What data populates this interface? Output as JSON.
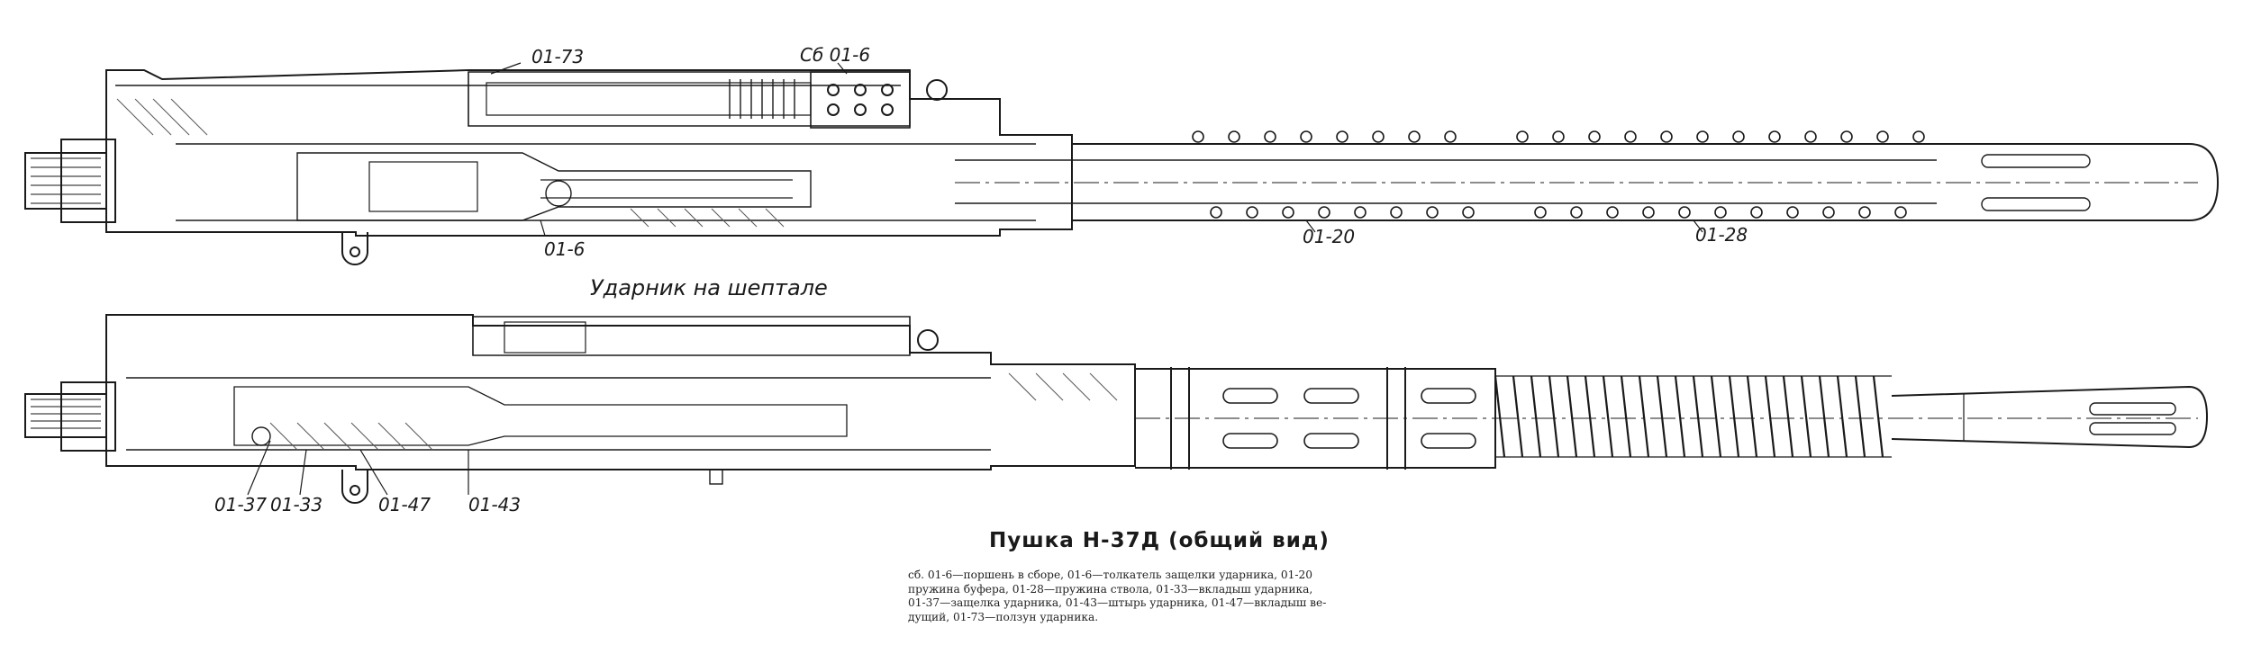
{
  "drawing": {
    "top_view_labels": {
      "slider": "01-73",
      "piston_assembly": "Сб 01-6",
      "pusher": "01-6",
      "buffer_spring": "01-20",
      "barrel_spring": "01-28"
    },
    "subtitle": "Ударник на шептале",
    "bottom_view_labels": {
      "latch": "01-37",
      "insert_firing_pin": "01-33",
      "insert_leading": "01-47",
      "pin": "01-43"
    }
  },
  "caption": {
    "title": "Пушка Н-37Д (общий вид)",
    "legend_lines": [
      "сб. 01-6—поршень в сборе, 01-6—толкатель защелки ударника, 01-20",
      "пружина буфера, 01-28—пружина ствола, 01-33—вкладыш ударника,",
      "01-37—защелка ударника, 01-43—штырь ударника, 01-47—вкладыш ве-",
      "дущий, 01-73—ползун ударника."
    ]
  }
}
